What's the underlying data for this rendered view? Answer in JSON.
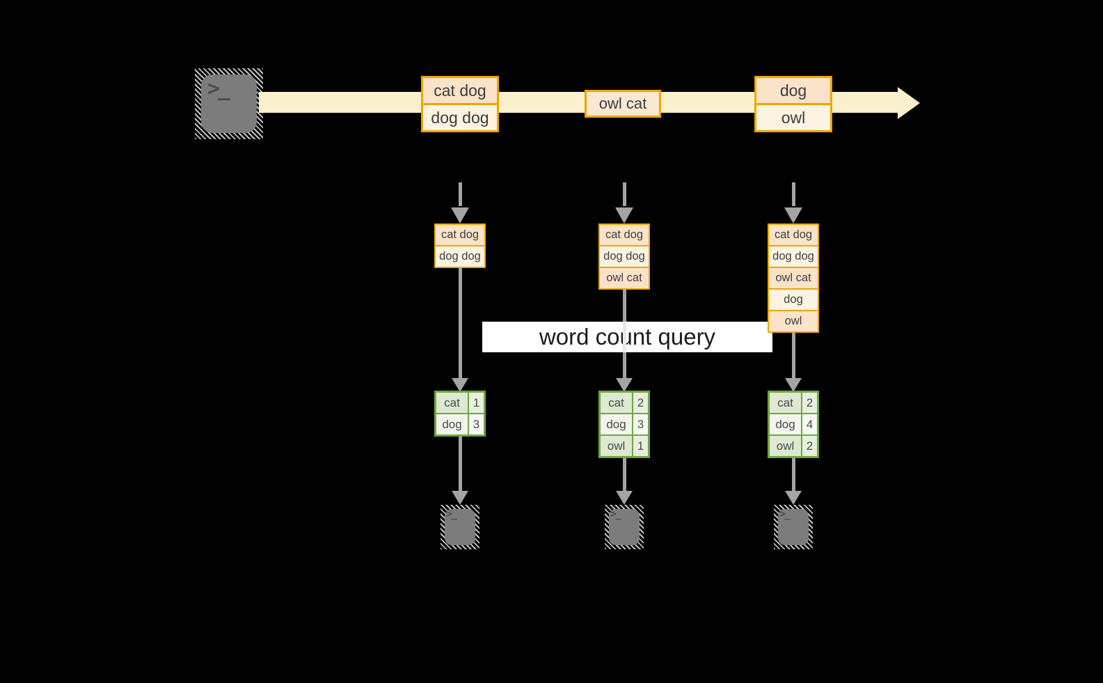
{
  "stream": {
    "source_icon": "terminal-icon",
    "prompt_glyph": ">_",
    "events": [
      {
        "lines": [
          "cat dog",
          "dog dog"
        ]
      },
      {
        "lines": [
          "owl cat"
        ]
      },
      {
        "lines": [
          "dog",
          "owl"
        ]
      }
    ]
  },
  "query_label": "word count query",
  "columns": [
    {
      "buffer": [
        "cat dog",
        "dog dog"
      ],
      "counts": [
        {
          "word": "cat",
          "count": "1"
        },
        {
          "word": "dog",
          "count": "3"
        }
      ],
      "sink_icon": "terminal-icon"
    },
    {
      "buffer": [
        "cat dog",
        "dog dog",
        "owl cat"
      ],
      "counts": [
        {
          "word": "cat",
          "count": "2"
        },
        {
          "word": "dog",
          "count": "3"
        },
        {
          "word": "owl",
          "count": "1"
        }
      ],
      "sink_icon": "terminal-icon"
    },
    {
      "buffer": [
        "cat dog",
        "dog dog",
        "owl cat",
        "dog",
        "owl"
      ],
      "counts": [
        {
          "word": "cat",
          "count": "2"
        },
        {
          "word": "dog",
          "count": "4"
        },
        {
          "word": "owl",
          "count": "2"
        }
      ],
      "sink_icon": "terminal-icon"
    }
  ],
  "colors": {
    "background": "#000000",
    "stream_band": "#fbf0cd",
    "event_border": "#f0a500",
    "event_fill_dark": "#fae3c8",
    "event_fill_light": "#fdf3e2",
    "table_border": "#6fa83c",
    "table_fill_green": "#dde9d1",
    "table_fill_white": "#f1f5ed",
    "arrow_gray": "#a4a4a4",
    "terminal_gray": "#7c7c7c",
    "label_background": "#ffffff"
  }
}
